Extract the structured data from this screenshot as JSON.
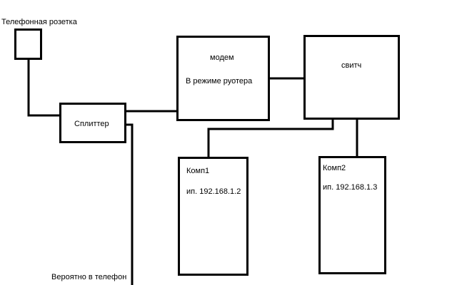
{
  "colors": {
    "line": "#000000",
    "background": "#ffffff"
  },
  "phone_socket": {
    "label": "Телефонная розетка"
  },
  "splitter": {
    "label": "Сплиттер"
  },
  "modem": {
    "title": "модем",
    "mode": "В режиме руотера"
  },
  "switch": {
    "label": "свитч"
  },
  "comp1": {
    "name": "Комп1",
    "ip": "ип. 192.168.1.2"
  },
  "comp2": {
    "name": "Комп2",
    "ip": "ип. 192.168.1.3"
  },
  "phone_note": {
    "label": "Вероятно в телефон"
  }
}
